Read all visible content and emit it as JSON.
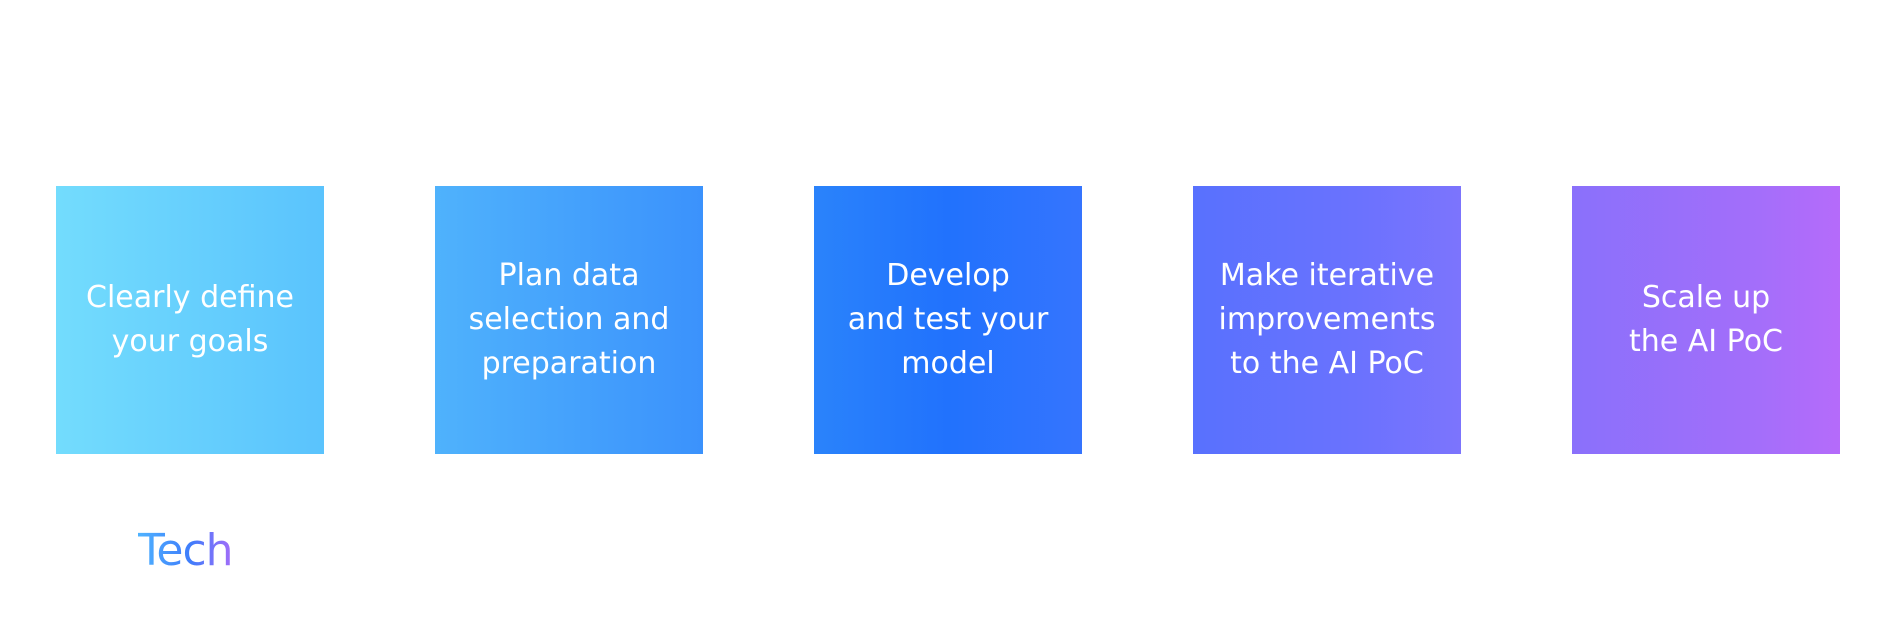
{
  "steps": [
    {
      "label": "Clearly define\nyour goals"
    },
    {
      "label": "Plan data\nselection and\npreparation"
    },
    {
      "label": "Develop\nand test your\nmodel"
    },
    {
      "label": "Make iterative\nimprovements\nto the AI PoC"
    },
    {
      "label": "Scale up\nthe AI PoC"
    }
  ],
  "logo": {
    "text": "Tech"
  },
  "colors": {
    "step_1": "#73dcfd",
    "step_2": "#3b92fc",
    "step_3": "#2172fd",
    "step_4": "#6a72fe",
    "step_5": "#b56bfa"
  }
}
